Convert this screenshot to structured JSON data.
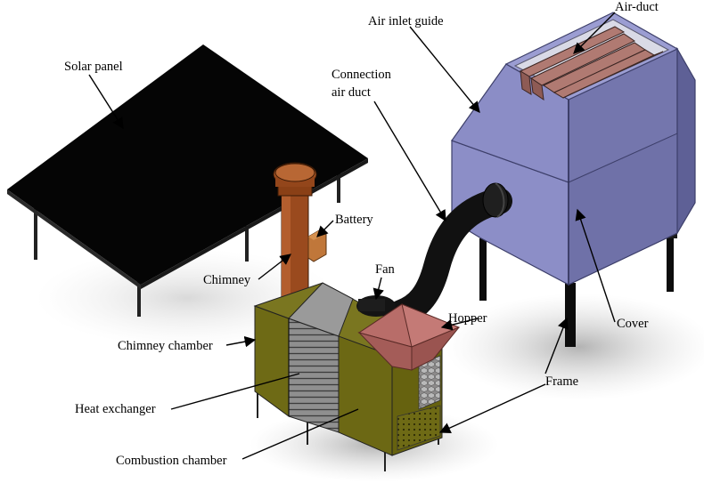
{
  "labels": {
    "solar_panel": "Solar panel",
    "air_inlet_guide": "Air inlet guide",
    "air_duct": "Air-duct",
    "connection_line1": "Connection",
    "connection_line2": "air duct",
    "battery": "Battery",
    "chimney": "Chimney",
    "fan": "Fan",
    "hopper": "Hopper",
    "chimney_chamber": "Chimney chamber",
    "cover": "Cover",
    "frame": "Frame",
    "heat_exchanger": "Heat exchanger",
    "combustion_chamber": "Combustion chamber"
  },
  "colors": {
    "solar_panel": "#050505",
    "dryer_body": "#8d8fc8",
    "dryer_dark": "#6f71a8",
    "air_duct_fins": "#b07a72",
    "chimney": "#9a4a1e",
    "chamber": "#6e6a15",
    "heat_exchanger": "#8a8a8a",
    "hopper": "#c47a76",
    "hose": "#111111"
  }
}
